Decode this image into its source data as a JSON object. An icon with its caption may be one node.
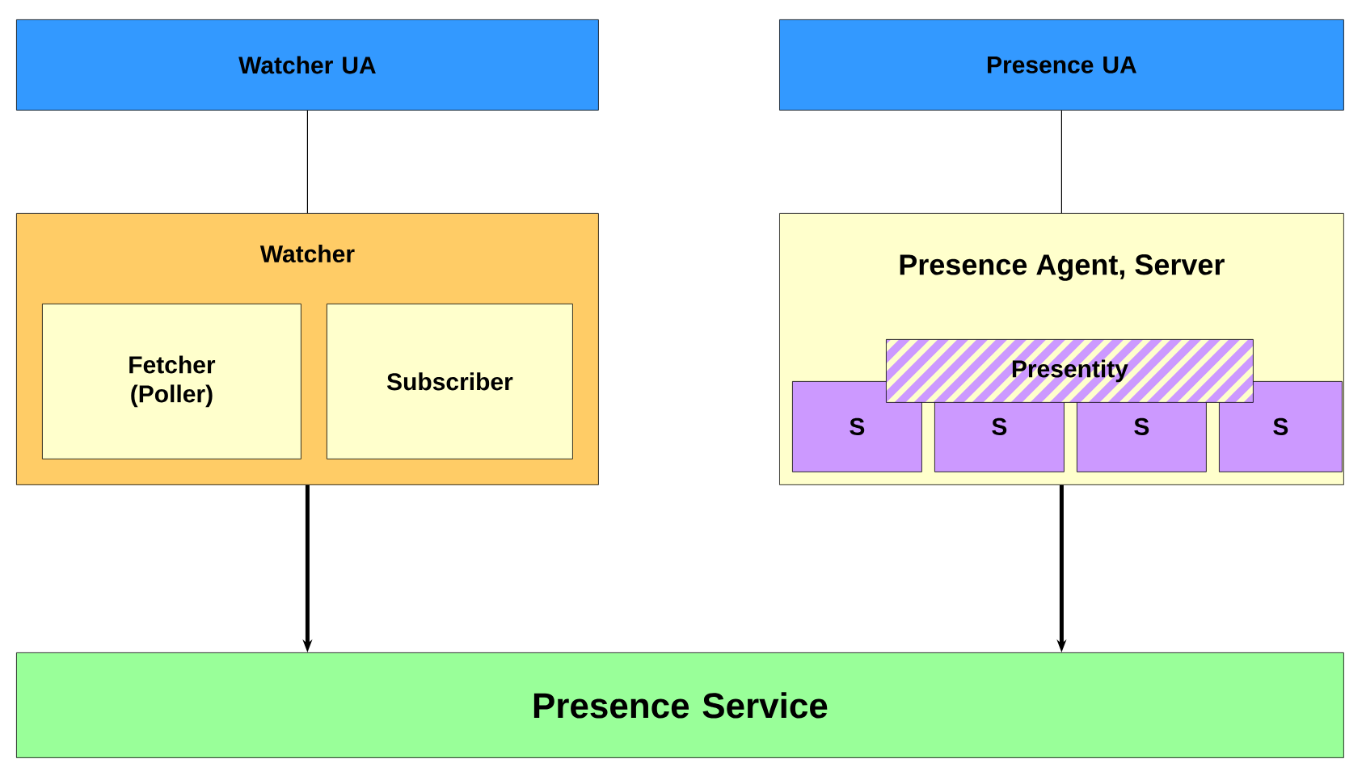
{
  "diagram": {
    "nodes": [
      {
        "text": [
          "Watcher UA"
        ]
      },
      {
        "text": [
          "Presence UA"
        ]
      },
      {
        "text": [
          "Watcher"
        ]
      },
      {
        "text": [
          "Fetcher (Poller)"
        ],
        "in": 2
      },
      {
        "text": [
          "Subscriber"
        ],
        "in": 2
      },
      {
        "text": [
          "Presence Agent, Server"
        ]
      },
      {
        "text": [
          "Presentity"
        ],
        "in": 5
      },
      {
        "text": [
          "S"
        ],
        "in": 5
      },
      {
        "text": [
          "S"
        ],
        "in": 5
      },
      {
        "text": [
          "S"
        ],
        "in": 5
      },
      {
        "text": [
          "S"
        ],
        "in": 5
      },
      {
        "text": [
          "Presence Service"
        ]
      }
    ],
    "edges": [
      {
        "from": 0,
        "to": 2,
        "arrow": "none"
      },
      {
        "from": 1,
        "to": 5,
        "arrow": "none"
      },
      {
        "from": 2,
        "to": 11,
        "arrow": "to",
        "style": "thick"
      },
      {
        "from": 5,
        "to": 11,
        "arrow": "to",
        "style": "thick"
      }
    ]
  }
}
